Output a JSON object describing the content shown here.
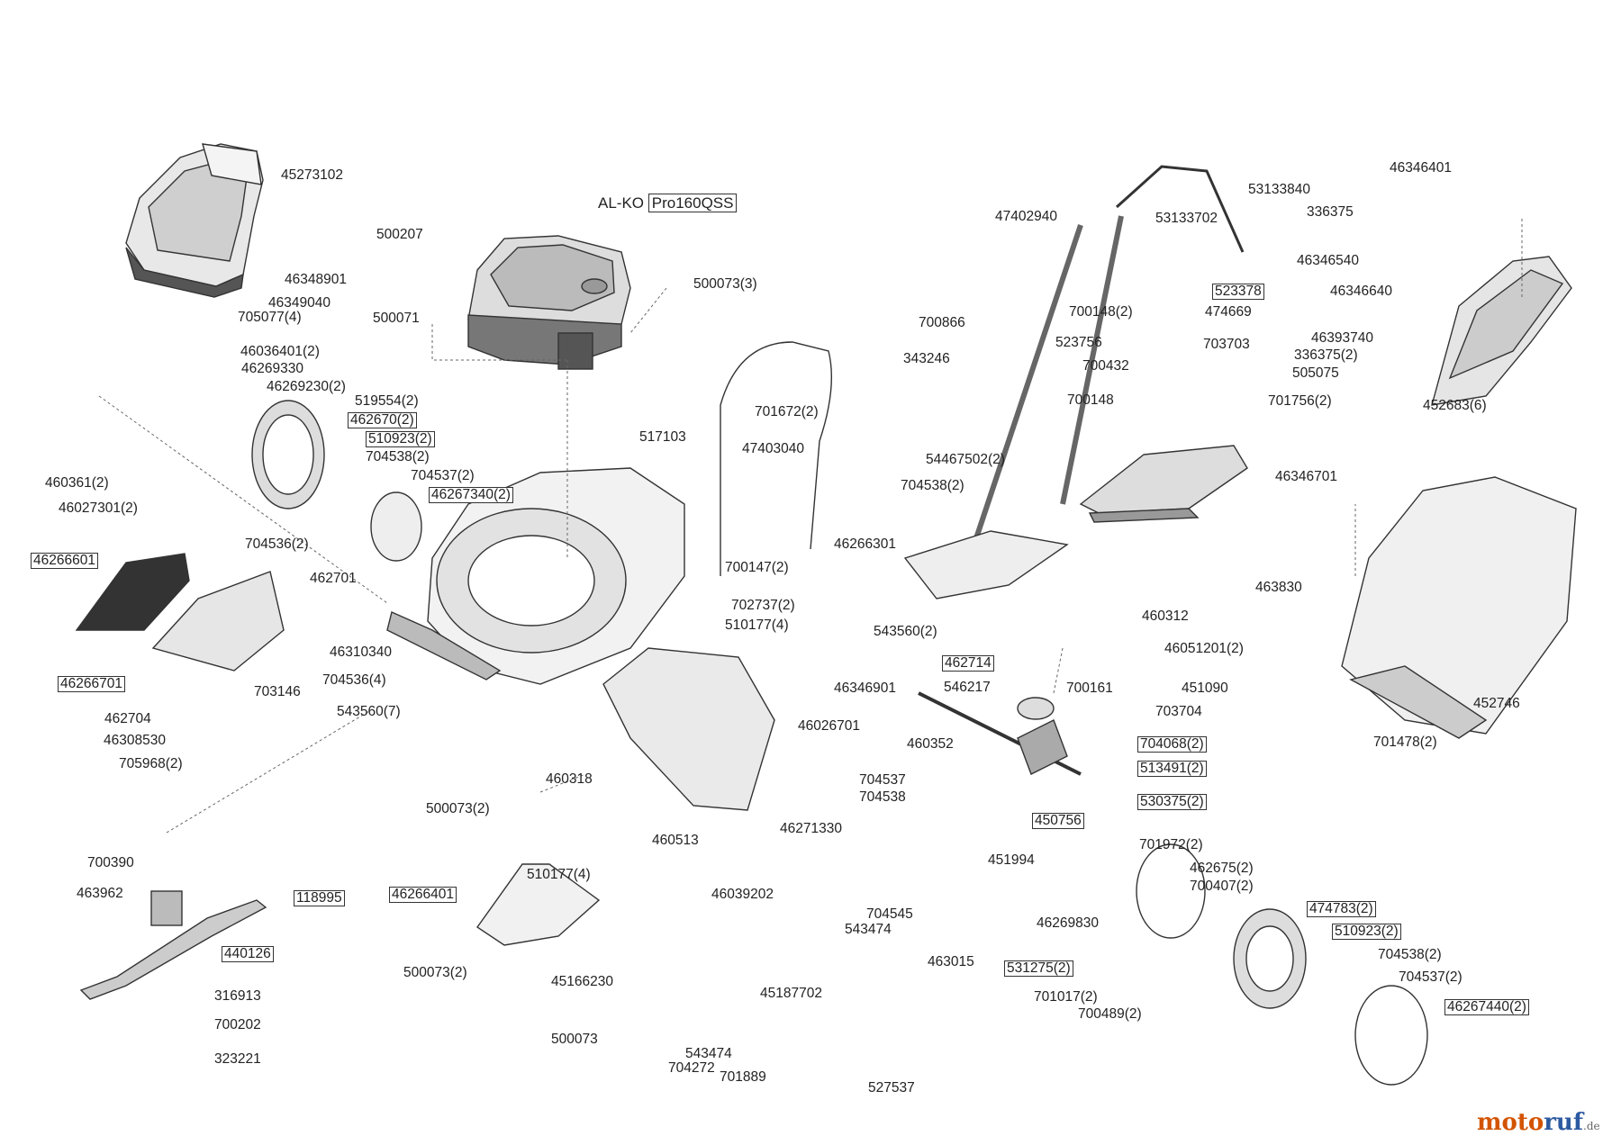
{
  "engine": {
    "prefix": "AL-KO ",
    "model": "Pro160QSS"
  },
  "brand": {
    "name_a": "moto",
    "name_b": "ruf",
    "tld": ".de"
  },
  "parts": [
    {
      "num": "45273102",
      "boxed": false
    },
    {
      "num": "46348901",
      "boxed": false
    },
    {
      "num": "46349040",
      "boxed": false
    },
    {
      "num": "705077(4)",
      "boxed": false
    },
    {
      "num": "46036401(2)",
      "boxed": false
    },
    {
      "num": "46269330",
      "boxed": false
    },
    {
      "num": "46269230(2)",
      "boxed": false
    },
    {
      "num": "519554(2)",
      "boxed": false
    },
    {
      "num": "462670(2)",
      "boxed": true
    },
    {
      "num": "510923(2)",
      "boxed": true
    },
    {
      "num": "704538(2)",
      "boxed": false
    },
    {
      "num": "704537(2)",
      "boxed": false
    },
    {
      "num": "46267340(2)",
      "boxed": true
    },
    {
      "num": "460361(2)",
      "boxed": false
    },
    {
      "num": "46027301(2)",
      "boxed": false
    },
    {
      "num": "500207",
      "boxed": false
    },
    {
      "num": "500071",
      "boxed": false
    },
    {
      "num": "500073(3)",
      "boxed": false
    },
    {
      "num": "517103",
      "boxed": false
    },
    {
      "num": "701672(2)",
      "boxed": false
    },
    {
      "num": "47403040",
      "boxed": false
    },
    {
      "num": "704536(2)",
      "boxed": false
    },
    {
      "num": "46266601",
      "boxed": true
    },
    {
      "num": "462701",
      "boxed": false
    },
    {
      "num": "46266701",
      "boxed": true
    },
    {
      "num": "462704",
      "boxed": false
    },
    {
      "num": "46308530",
      "boxed": false
    },
    {
      "num": "703146",
      "boxed": false
    },
    {
      "num": "705968(2)",
      "boxed": false
    },
    {
      "num": "46310340",
      "boxed": false
    },
    {
      "num": "704536(4)",
      "boxed": false
    },
    {
      "num": "543560(7)",
      "boxed": false
    },
    {
      "num": "700147(2)",
      "boxed": false
    },
    {
      "num": "702737(2)",
      "boxed": false
    },
    {
      "num": "510177(4)",
      "boxed": false
    },
    {
      "num": "543560(2)",
      "boxed": false
    },
    {
      "num": "46346901",
      "boxed": false
    },
    {
      "num": "46026701",
      "boxed": false
    },
    {
      "num": "460318",
      "boxed": false
    },
    {
      "num": "500073(2)",
      "boxed": false
    },
    {
      "num": "460513",
      "boxed": false
    },
    {
      "num": "510177(4)",
      "boxed": false
    },
    {
      "num": "46271330",
      "boxed": false
    },
    {
      "num": "46039202",
      "boxed": false
    },
    {
      "num": "700390",
      "boxed": false
    },
    {
      "num": "463962",
      "boxed": false
    },
    {
      "num": "118995",
      "boxed": true
    },
    {
      "num": "440126",
      "boxed": true
    },
    {
      "num": "316913",
      "boxed": false
    },
    {
      "num": "700202",
      "boxed": false
    },
    {
      "num": "323221",
      "boxed": false
    },
    {
      "num": "46266401",
      "boxed": true
    },
    {
      "num": "500073(2)",
      "boxed": false
    },
    {
      "num": "45166230",
      "boxed": false
    },
    {
      "num": "500073",
      "boxed": false
    },
    {
      "num": "53133840",
      "boxed": false
    },
    {
      "num": "47402940",
      "boxed": false
    },
    {
      "num": "53133702",
      "boxed": false
    },
    {
      "num": "523378",
      "boxed": true
    },
    {
      "num": "700148(2)",
      "boxed": false
    },
    {
      "num": "474669",
      "boxed": false
    },
    {
      "num": "700866",
      "boxed": false
    },
    {
      "num": "523756",
      "boxed": false
    },
    {
      "num": "703703",
      "boxed": false
    },
    {
      "num": "343246",
      "boxed": false
    },
    {
      "num": "700432",
      "boxed": false
    },
    {
      "num": "700148",
      "boxed": false
    },
    {
      "num": "54467502(2)",
      "boxed": false
    },
    {
      "num": "704538(2)",
      "boxed": false
    },
    {
      "num": "46266301",
      "boxed": false
    },
    {
      "num": "46346701",
      "boxed": false
    },
    {
      "num": "463830",
      "boxed": false
    },
    {
      "num": "460312",
      "boxed": false
    },
    {
      "num": "46051201(2)",
      "boxed": false
    },
    {
      "num": "462714",
      "boxed": true
    },
    {
      "num": "546217",
      "boxed": false
    },
    {
      "num": "700161",
      "boxed": false
    },
    {
      "num": "451090",
      "boxed": false
    },
    {
      "num": "703704",
      "boxed": false
    },
    {
      "num": "460352",
      "boxed": false
    },
    {
      "num": "704068(2)",
      "boxed": true
    },
    {
      "num": "513491(2)",
      "boxed": true
    },
    {
      "num": "704537",
      "boxed": false
    },
    {
      "num": "704538",
      "boxed": false
    },
    {
      "num": "530375(2)",
      "boxed": true
    },
    {
      "num": "450756",
      "boxed": true
    },
    {
      "num": "451994",
      "boxed": false
    },
    {
      "num": "701972(2)",
      "boxed": false
    },
    {
      "num": "462675(2)",
      "boxed": false
    },
    {
      "num": "700407(2)",
      "boxed": false
    },
    {
      "num": "474783(2)",
      "boxed": true
    },
    {
      "num": "510923(2)",
      "boxed": true
    },
    {
      "num": "704545",
      "boxed": false
    },
    {
      "num": "543474",
      "boxed": false
    },
    {
      "num": "46269830",
      "boxed": false
    },
    {
      "num": "463015",
      "boxed": false
    },
    {
      "num": "531275(2)",
      "boxed": true
    },
    {
      "num": "701017(2)",
      "boxed": false
    },
    {
      "num": "700489(2)",
      "boxed": false
    },
    {
      "num": "704538(2)",
      "boxed": false
    },
    {
      "num": "704537(2)",
      "boxed": false
    },
    {
      "num": "46267440(2)",
      "boxed": true
    },
    {
      "num": "45187702",
      "boxed": false
    },
    {
      "num": "543474",
      "boxed": false
    },
    {
      "num": "704272",
      "boxed": false
    },
    {
      "num": "701889",
      "boxed": false
    },
    {
      "num": "527537",
      "boxed": false
    },
    {
      "num": "46346401",
      "boxed": false
    },
    {
      "num": "336375",
      "boxed": false
    },
    {
      "num": "46346540",
      "boxed": false
    },
    {
      "num": "46346640",
      "boxed": false
    },
    {
      "num": "46393740",
      "boxed": false
    },
    {
      "num": "336375(2)",
      "boxed": false
    },
    {
      "num": "505075",
      "boxed": false
    },
    {
      "num": "701756(2)",
      "boxed": false
    },
    {
      "num": "452683(6)",
      "boxed": false
    },
    {
      "num": "452746",
      "boxed": false
    },
    {
      "num": "701478(2)",
      "boxed": false
    }
  ]
}
